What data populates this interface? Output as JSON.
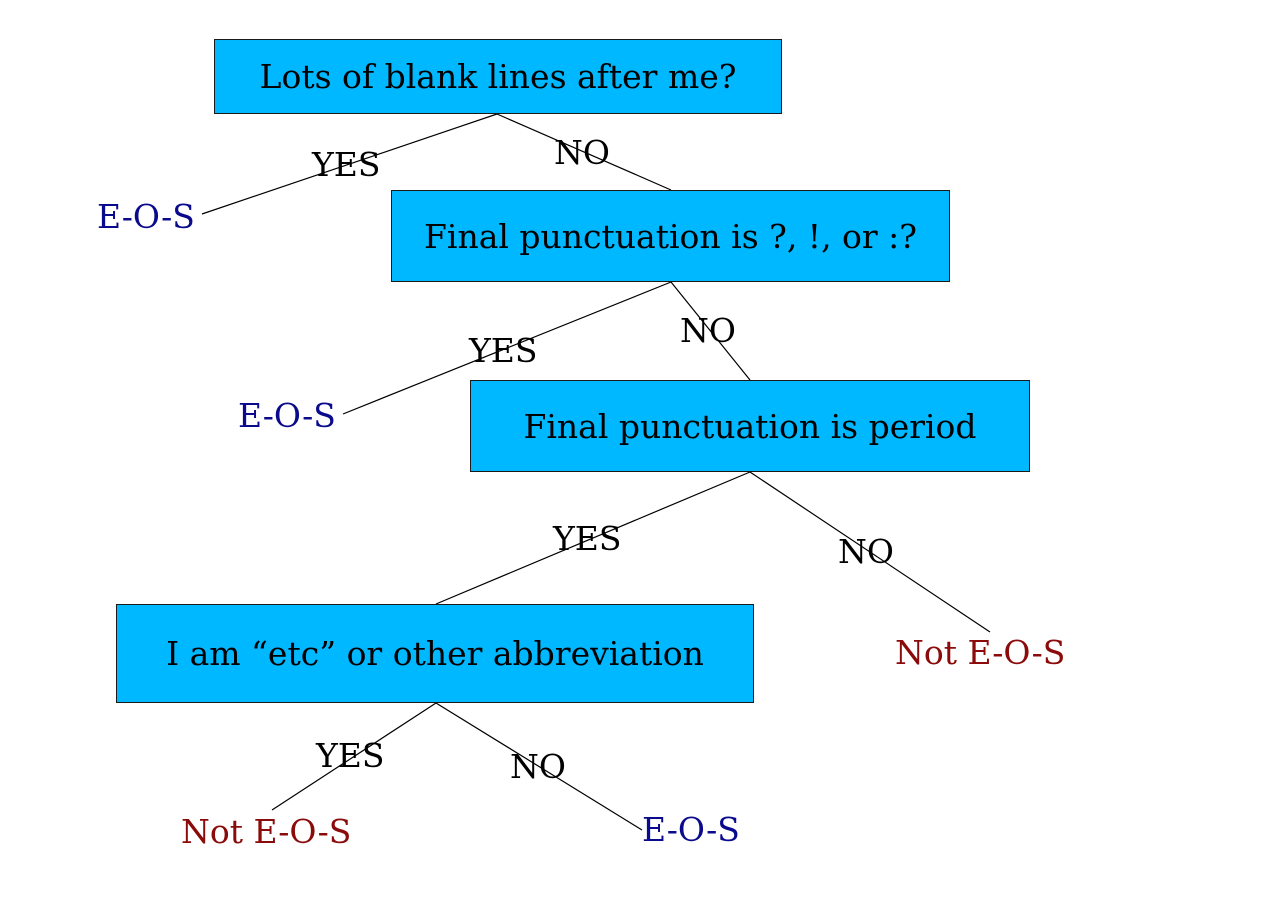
{
  "nodes": {
    "q1": "Lots of blank lines after me?",
    "q2": "Final punctuation is ?, !, or :?",
    "q3": "Final punctuation is period",
    "q4": "I am “etc” or other abbreviation"
  },
  "edge_labels": {
    "q1_yes": "YES",
    "q1_no": "NO",
    "q2_yes": "YES",
    "q2_no": "NO",
    "q3_yes": "YES",
    "q3_no": "NO",
    "q4_yes": "YES",
    "q4_no": "NO"
  },
  "leaves": {
    "q1_yes": "E-O-S",
    "q2_yes": "E-O-S",
    "q3_no": "Not E-O-S",
    "q4_yes": "Not E-O-S",
    "q4_no": "E-O-S"
  },
  "colors": {
    "box_fill": "#00b8ff",
    "eos_text": "#0a0a8c",
    "not_eos_text": "#8b0a0a",
    "line": "#000000"
  }
}
